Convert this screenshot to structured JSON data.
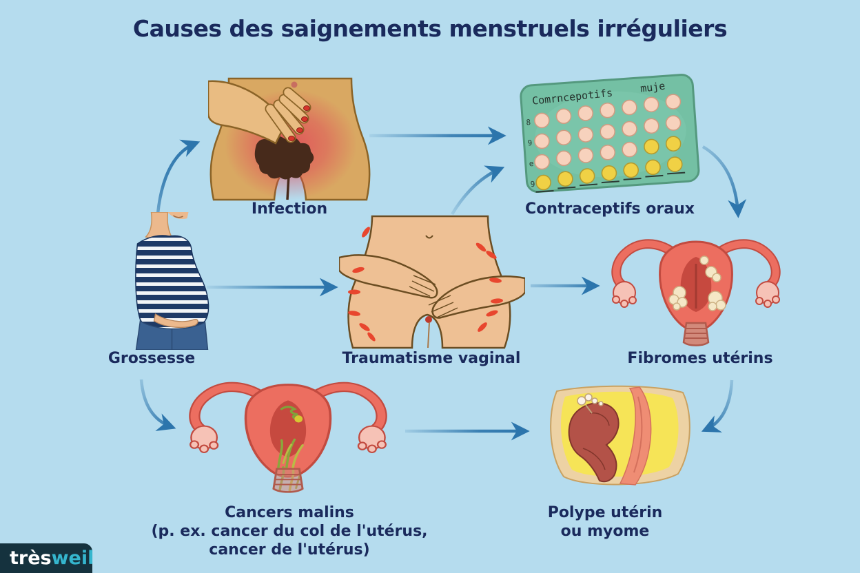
{
  "title": "Causes des saignements menstruels irréguliers",
  "nodes": {
    "grossesse": {
      "label": "Grossesse"
    },
    "infection": {
      "label": "Infection"
    },
    "contraceptifs": {
      "label": "Contraceptifs oraux"
    },
    "traumatisme": {
      "label": "Traumatisme vaginal"
    },
    "fibromes": {
      "label": "Fibromes utérins"
    },
    "cancers": {
      "label_line1": "Cancers malins",
      "label_line2": "(p. ex. cancer du col de l'utérus,",
      "label_line3": "cancer de l'utérus)"
    },
    "polype": {
      "label_line1": "Polype utérin",
      "label_line2": "ou myome"
    }
  },
  "edges": [
    {
      "from": "grossesse",
      "to": "infection"
    },
    {
      "from": "infection",
      "to": "contraceptifs"
    },
    {
      "from": "traumatisme",
      "to": "contraceptifs"
    },
    {
      "from": "grossesse",
      "to": "traumatisme"
    },
    {
      "from": "traumatisme",
      "to": "fibromes"
    },
    {
      "from": "contraceptifs",
      "to": "fibromes"
    },
    {
      "from": "fibromes",
      "to": "polype"
    },
    {
      "from": "grossesse",
      "to": "cancers"
    },
    {
      "from": "cancers",
      "to": "polype"
    }
  ],
  "pill_pack": {
    "text1": "Comrncepotifs",
    "text2": "muje",
    "row_marks": [
      "8",
      "9",
      "e",
      "9"
    ]
  },
  "logo": {
    "part1": "très",
    "part2": "weil"
  },
  "colors": {
    "background": "#b5dcee",
    "heading_text": "#1a2a5c",
    "arrow": "#2c75ac",
    "logo_bg": "#15323e",
    "logo_accent": "#35b6ce",
    "skin": "#e0ab68",
    "uterus_red": "#ec6e60",
    "pill_pack_teal": "#74c0a4"
  }
}
